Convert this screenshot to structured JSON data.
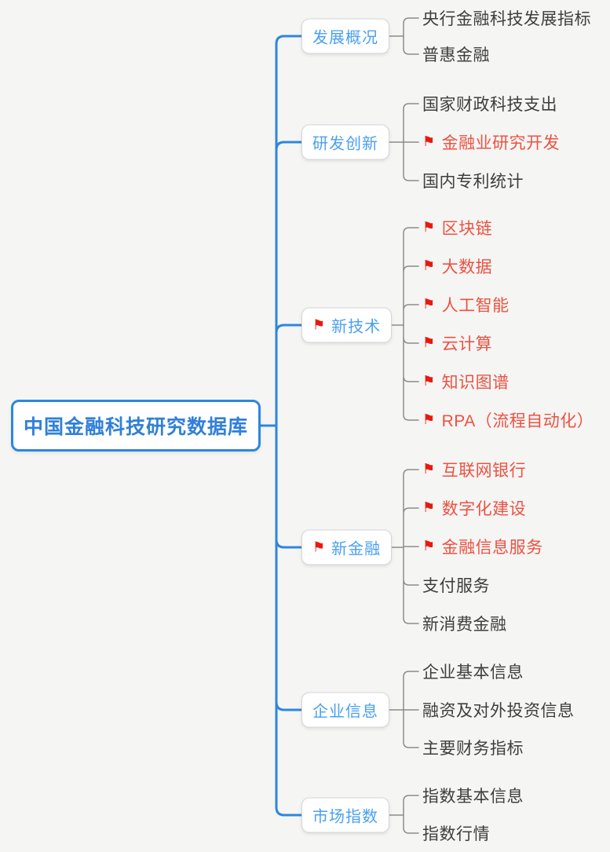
{
  "colors": {
    "background": "#f5f5f4",
    "trunk_blue": "#2e86df",
    "branch_text_blue": "#4aa0f0",
    "root_text_blue": "#3080d8",
    "connector_gray": "#8b8b8b",
    "leaf_text_dark": "#3e3e3e",
    "leaf_text_red": "#ec5242",
    "flag_red": "#e8190f",
    "node_border_gray": "#d6d6d6"
  },
  "icons": {
    "flag": "⚑"
  },
  "root": {
    "label": "中国金融科技研究数据库"
  },
  "branches": [
    {
      "label": "发展概况",
      "flagged": false,
      "children": [
        {
          "label": "央行金融科技发展指标",
          "flagged": false
        },
        {
          "label": "普惠金融",
          "flagged": false
        }
      ]
    },
    {
      "label": "研发创新",
      "flagged": false,
      "children": [
        {
          "label": "国家财政科技支出",
          "flagged": false
        },
        {
          "label": "金融业研究开发",
          "flagged": true
        },
        {
          "label": "国内专利统计",
          "flagged": false
        }
      ]
    },
    {
      "label": "新技术",
      "flagged": true,
      "children": [
        {
          "label": "区块链",
          "flagged": true
        },
        {
          "label": "大数据",
          "flagged": true
        },
        {
          "label": "人工智能",
          "flagged": true
        },
        {
          "label": "云计算",
          "flagged": true
        },
        {
          "label": "知识图谱",
          "flagged": true
        },
        {
          "label": "RPA（流程自动化）",
          "flagged": true
        }
      ]
    },
    {
      "label": "新金融",
      "flagged": true,
      "children": [
        {
          "label": "互联网银行",
          "flagged": true
        },
        {
          "label": "数字化建设",
          "flagged": true
        },
        {
          "label": "金融信息服务",
          "flagged": true
        },
        {
          "label": "支付服务",
          "flagged": false
        },
        {
          "label": "新消费金融",
          "flagged": false
        }
      ]
    },
    {
      "label": "企业信息",
      "flagged": false,
      "children": [
        {
          "label": "企业基本信息",
          "flagged": false
        },
        {
          "label": "融资及对外投资信息",
          "flagged": false
        },
        {
          "label": "主要财务指标",
          "flagged": false
        }
      ]
    },
    {
      "label": "市场指数",
      "flagged": false,
      "children": [
        {
          "label": "指数基本信息",
          "flagged": false
        },
        {
          "label": "指数行情",
          "flagged": false
        }
      ]
    }
  ]
}
